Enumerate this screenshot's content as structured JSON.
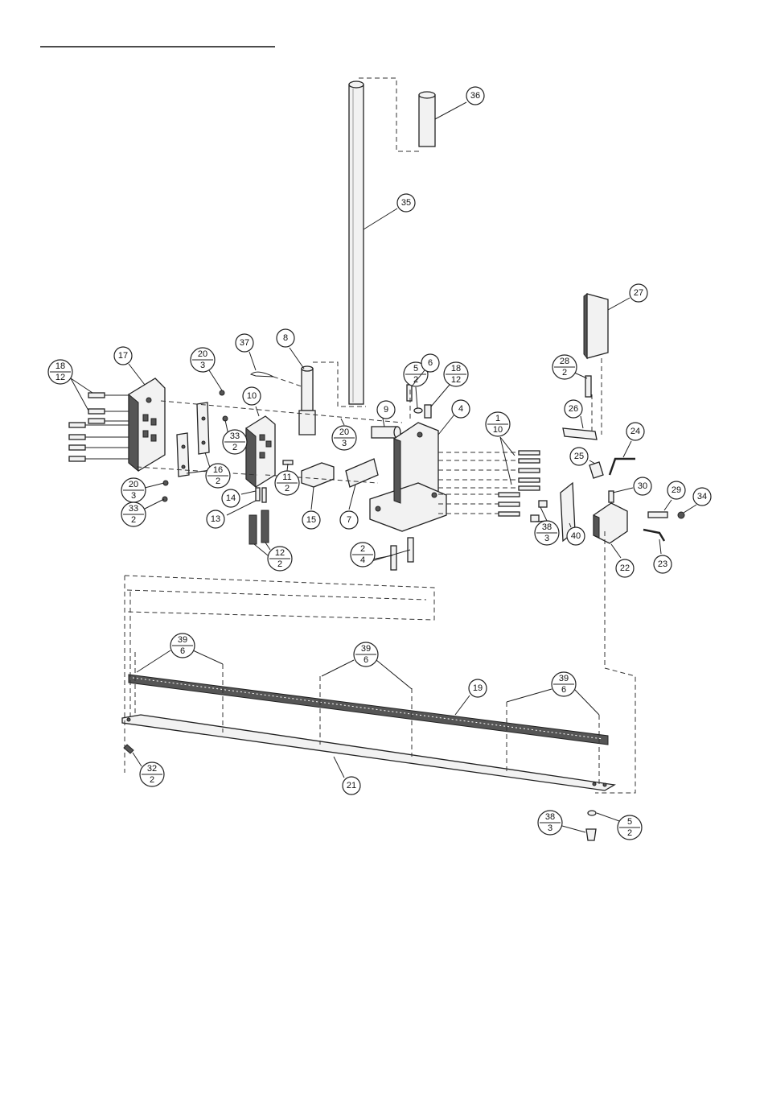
{
  "callouts": [
    {
      "id": "c36",
      "number": "36"
    },
    {
      "id": "c35",
      "number": "35"
    },
    {
      "id": "c27",
      "number": "27"
    },
    {
      "id": "c17",
      "number": "17"
    },
    {
      "id": "c20a",
      "number": "20",
      "qty": "3"
    },
    {
      "id": "c37",
      "number": "37"
    },
    {
      "id": "c8",
      "number": "8"
    },
    {
      "id": "c18a",
      "number": "18",
      "qty": "12"
    },
    {
      "id": "c10",
      "number": "10"
    },
    {
      "id": "c5a",
      "number": "5",
      "qty": "2"
    },
    {
      "id": "c6",
      "number": "6"
    },
    {
      "id": "c18b",
      "number": "18",
      "qty": "12"
    },
    {
      "id": "c28",
      "number": "28",
      "qty": "2"
    },
    {
      "id": "c33a",
      "number": "33",
      "qty": "2"
    },
    {
      "id": "c9",
      "number": "9"
    },
    {
      "id": "c4",
      "number": "4"
    },
    {
      "id": "c1",
      "number": "1",
      "qty": "10"
    },
    {
      "id": "c26",
      "number": "26"
    },
    {
      "id": "c24",
      "number": "24"
    },
    {
      "id": "c16",
      "number": "16",
      "qty": "2"
    },
    {
      "id": "c20b",
      "number": "20",
      "qty": "3"
    },
    {
      "id": "c20c",
      "number": "20",
      "qty": "3"
    },
    {
      "id": "c25",
      "number": "25"
    },
    {
      "id": "c30",
      "number": "30"
    },
    {
      "id": "c29",
      "number": "29"
    },
    {
      "id": "c34",
      "number": "34"
    },
    {
      "id": "c14",
      "number": "14"
    },
    {
      "id": "c11",
      "number": "11",
      "qty": "2"
    },
    {
      "id": "c33b",
      "number": "33",
      "qty": "2"
    },
    {
      "id": "c13",
      "number": "13"
    },
    {
      "id": "c15",
      "number": "15"
    },
    {
      "id": "c7",
      "number": "7"
    },
    {
      "id": "c38a",
      "number": "38",
      "qty": "3"
    },
    {
      "id": "c40",
      "number": "40"
    },
    {
      "id": "c22",
      "number": "22"
    },
    {
      "id": "c23",
      "number": "23"
    },
    {
      "id": "c12",
      "number": "12",
      "qty": "2"
    },
    {
      "id": "c2",
      "number": "2",
      "qty": "4"
    },
    {
      "id": "c39a",
      "number": "39",
      "qty": "6"
    },
    {
      "id": "c39b",
      "number": "39",
      "qty": "6"
    },
    {
      "id": "c39c",
      "number": "39",
      "qty": "6"
    },
    {
      "id": "c19",
      "number": "19"
    },
    {
      "id": "c32",
      "number": "32",
      "qty": "2"
    },
    {
      "id": "c21",
      "number": "21"
    },
    {
      "id": "c38b",
      "number": "38",
      "qty": "3"
    },
    {
      "id": "c5b",
      "number": "5",
      "qty": "2"
    }
  ]
}
